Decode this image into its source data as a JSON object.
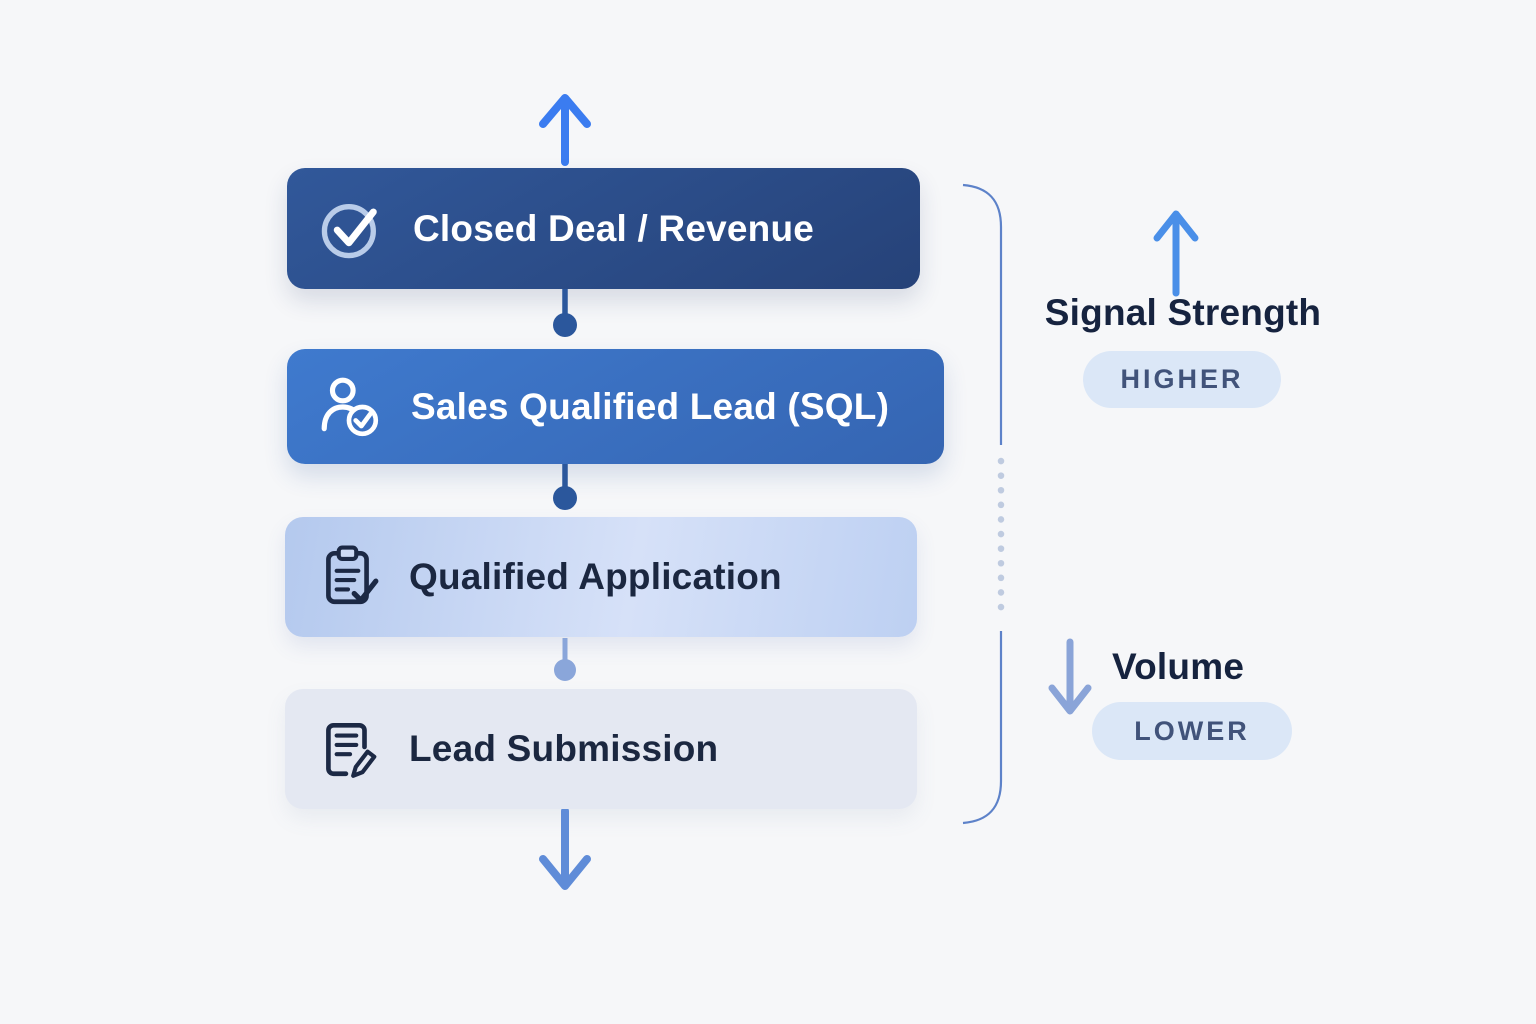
{
  "funnel": {
    "stages": [
      {
        "id": "closed-deal",
        "label": "Closed Deal / Revenue",
        "icon": "check-circle-icon"
      },
      {
        "id": "sales-qualified-lead",
        "label": "Sales Qualified Lead (SQL)",
        "icon": "person-check-icon"
      },
      {
        "id": "qualified-application",
        "label": "Qualified Application",
        "icon": "clipboard-check-icon"
      },
      {
        "id": "lead-submission",
        "label": "Lead Submission",
        "icon": "document-edit-icon"
      }
    ]
  },
  "legend": {
    "signal": {
      "title": "Signal Strength",
      "badge": "HIGHER"
    },
    "volume": {
      "title": "Volume",
      "badge": "LOWER"
    }
  },
  "colors": {
    "bg": "#f6f7f9",
    "stage1-a": "#31589a",
    "stage1-b": "#264278",
    "stage2-a": "#3f7ace",
    "stage2-b": "#3565b2",
    "stage3-a": "#b4c9ee",
    "stage3-b": "#d6e1f8",
    "stage3-c": "#bdd0f2",
    "stage4": "#e4e8f2",
    "text-light": "#ffffff",
    "text-dark": "#1b2740",
    "heading": "#16233f",
    "pill-bg": "#dbe7f7",
    "pill-text": "#41537a",
    "arrow-top": "#3b7cf0",
    "arrow-bottom": "#5f8cd8",
    "arrow-signal": "#4a8fe8",
    "arrow-volume": "#8aa4d8",
    "conn-dark": "#2b579c",
    "conn-light": "#8aa6da",
    "bracket": "#5d82c9",
    "dots": "#bfcbe0"
  }
}
